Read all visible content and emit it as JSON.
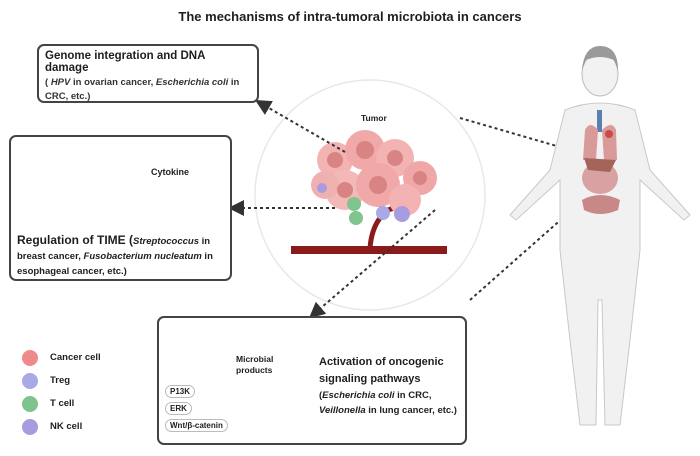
{
  "title": "The mechanisms of intra-tumoral microbiota in cancers",
  "tumor_label": "Tumor",
  "box_genome": {
    "heading": "Genome integration and DNA damage",
    "open": "( ",
    "organism1": "HPV",
    "text1": " in ovarian cancer, ",
    "organism2": "Escherichia coli",
    "text2": " in",
    "line2": "CRC, etc.)"
  },
  "box_time": {
    "cytokine_label": "Cytokine",
    "heading": "Regulation of TIME",
    "open": " (",
    "organism1": "Streptococcus",
    "text1": " in breast cancer, ",
    "organism2": "Fusobacterium nucleatum",
    "text2": " in esophageal cancer, etc.)"
  },
  "box_signaling": {
    "heading_line1": "Activation of oncogenic",
    "heading_line2": "signaling pathways",
    "open": "(",
    "organism1": "Escherichia coli",
    "text1": "  in CRC,",
    "organism2": "Veillonella",
    "text2": " in lung cancer, etc.)",
    "microbial_products_line1": "Microbial",
    "microbial_products_line2": "products",
    "pathways": [
      "P13K",
      "ERK",
      "Wnt/β-catenin"
    ]
  },
  "legend": [
    {
      "label": "Cancer cell",
      "color": "#ef8a8a"
    },
    {
      "label": "Treg",
      "color": "#a9a9e6"
    },
    {
      "label": "T cell",
      "color": "#7fc48f"
    },
    {
      "label": "NK cell",
      "color": "#a99be0"
    }
  ]
}
